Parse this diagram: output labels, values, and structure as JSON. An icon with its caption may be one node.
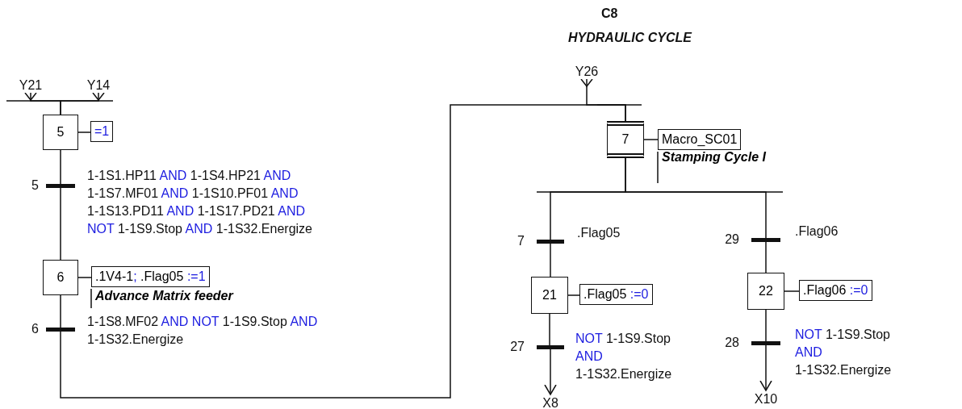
{
  "diagram": {
    "title": "C8",
    "nodes": [
      {
        "text": [
          "Y21"
        ]
      },
      {
        "text": [
          "Y14"
        ]
      },
      {
        "text": [
          "5"
        ]
      },
      {
        "text": [
          "=1"
        ]
      },
      {
        "text": [],
        "shape": "bar",
        "beside": [
          "5",
          "1-1S1.HP11 AND 1-1S4.HP21 AND 1-1S7.MF01 AND 1-1S10.PF01 AND 1-1S13.PD11 AND 1-1S17.PD21 AND NOT 1-1S9.Stop AND 1-1S32.Energize"
        ]
      },
      {
        "text": [
          "6"
        ]
      },
      {
        "text": [
          ".1V4-1; .Flag05 :=1"
        ],
        "beside": [
          "Advance Matrix feeder"
        ]
      },
      {
        "text": [],
        "shape": "bar",
        "beside": [
          "6",
          "1-1S8.MF02 AND NOT 1-1S9.Stop AND 1-1S32.Energize"
        ]
      },
      {
        "text": [
          "Y26"
        ]
      },
      {
        "text": [
          "7"
        ]
      },
      {
        "text": [
          "Macro_SC01"
        ],
        "beside": [
          "Stamping Cycle I"
        ]
      },
      {
        "text": [],
        "shape": "bar",
        "beside": [
          "7",
          ".Flag05"
        ]
      },
      {
        "text": [
          "21"
        ]
      },
      {
        "text": [
          ".Flag05 :=0"
        ]
      },
      {
        "text": [],
        "shape": "bar",
        "beside": [
          "27",
          "NOT 1-1S9.Stop AND 1-1S32.Energize"
        ]
      },
      {
        "text": [
          "X8"
        ]
      },
      {
        "text": [],
        "shape": "bar",
        "beside": [
          "29",
          ".Flag06"
        ]
      },
      {
        "text": [
          "22"
        ]
      },
      {
        "text": [
          ".Flag06 :=0"
        ]
      },
      {
        "text": [],
        "shape": "bar",
        "beside": [
          "28",
          "NOT 1-1S9.Stop AND 1-1S32.Energize"
        ]
      },
      {
        "text": [
          "X10"
        ]
      }
    ],
    "edges": [
      {
        "from": 0,
        "to": 2,
        "arrow": "other"
      },
      {
        "from": 1,
        "to": 2,
        "arrow": "other"
      },
      {
        "from": 2,
        "to": 3,
        "arrow": "none"
      },
      {
        "from": 2,
        "to": 4,
        "arrow": "none"
      },
      {
        "from": 4,
        "to": 5,
        "arrow": "none"
      },
      {
        "from": 5,
        "to": 6,
        "arrow": "none"
      },
      {
        "from": 5,
        "to": 7,
        "arrow": "none"
      },
      {
        "from": 7,
        "to": 9,
        "arrow": "none"
      },
      {
        "from": 8,
        "to": 9,
        "arrow": "other"
      },
      {
        "from": 9,
        "to": 10,
        "arrow": "none"
      },
      {
        "from": 9,
        "to": 11,
        "arrow": "none"
      },
      {
        "from": 9,
        "to": 16,
        "arrow": "none"
      },
      {
        "from": 11,
        "to": 12,
        "arrow": "none"
      },
      {
        "from": 12,
        "to": 13,
        "arrow": "none"
      },
      {
        "from": 12,
        "to": 14,
        "arrow": "none"
      },
      {
        "from": 14,
        "to": 15,
        "arrow": "to"
      },
      {
        "from": 16,
        "to": 17,
        "arrow": "none"
      },
      {
        "from": 17,
        "to": 18,
        "arrow": "none"
      },
      {
        "from": 17,
        "to": 19,
        "arrow": "none"
      },
      {
        "from": 19,
        "to": 20,
        "arrow": "to"
      }
    ],
    "labels": [
      "HYDRAULIC CYCLE"
    ]
  }
}
